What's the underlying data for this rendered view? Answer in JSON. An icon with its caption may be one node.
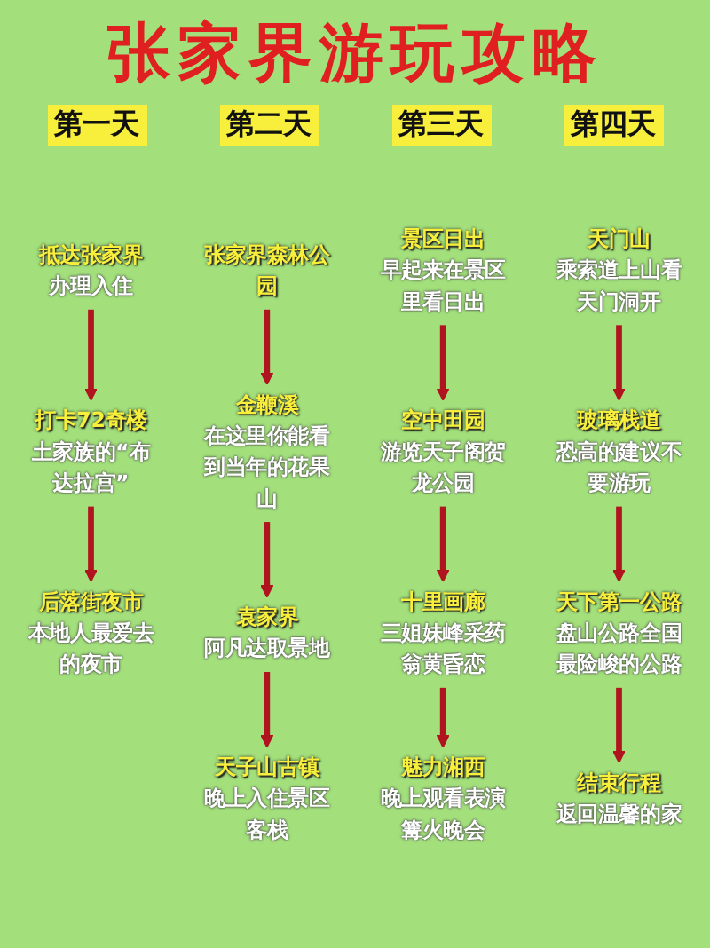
{
  "diagram": {
    "title": "张家界游玩攻略",
    "nodes": [
      {
        "text": [
          "抵达张家界",
          "办理入住"
        ]
      },
      {
        "text": [
          "打卡72奇楼",
          "土家族的“布达拉宫”"
        ]
      },
      {
        "text": [
          "后落街夜市",
          "本地人最爱去的夜市"
        ]
      },
      {
        "text": [
          "张家界森林公园"
        ]
      },
      {
        "text": [
          "金鞭溪",
          "在这里你能看到当年的花果山"
        ]
      },
      {
        "text": [
          "袁家界",
          "阿凡达取景地"
        ]
      },
      {
        "text": [
          "天子山古镇",
          "晚上入住景区客栈"
        ]
      },
      {
        "text": [
          "景区日出",
          "早起来在景区里看日出"
        ]
      },
      {
        "text": [
          "空中田园",
          "游览天子阁贺龙公园"
        ]
      },
      {
        "text": [
          "十里画廊",
          "三姐妹峰采药翁黄昏恋"
        ]
      },
      {
        "text": [
          "魅力湘西",
          "晚上观看表演篝火晚会"
        ]
      },
      {
        "text": [
          "天门山",
          "乘索道上山看天门洞开"
        ]
      },
      {
        "text": [
          "玻璃栈道",
          "恐高的建议不要游玩"
        ]
      },
      {
        "text": [
          "天下第一公路",
          "盘山公路全国最险峻的公路"
        ]
      },
      {
        "text": [
          "结束行程",
          "返回温馨的家"
        ]
      }
    ],
    "edges": [
      {
        "from": 0,
        "to": 1,
        "arrow": "to"
      },
      {
        "from": 1,
        "to": 2,
        "arrow": "to"
      },
      {
        "from": 3,
        "to": 4,
        "arrow": "to"
      },
      {
        "from": 4,
        "to": 5,
        "arrow": "to"
      },
      {
        "from": 5,
        "to": 6,
        "arrow": "to"
      },
      {
        "from": 7,
        "to": 8,
        "arrow": "to"
      },
      {
        "from": 8,
        "to": 9,
        "arrow": "to"
      },
      {
        "from": 9,
        "to": 10,
        "arrow": "to"
      },
      {
        "from": 11,
        "to": 12,
        "arrow": "to"
      },
      {
        "from": 12,
        "to": 13,
        "arrow": "to"
      },
      {
        "from": 13,
        "to": 14,
        "arrow": "to"
      }
    ],
    "labels": [
      "第一天",
      "第二天",
      "第三天",
      "第四天"
    ]
  }
}
